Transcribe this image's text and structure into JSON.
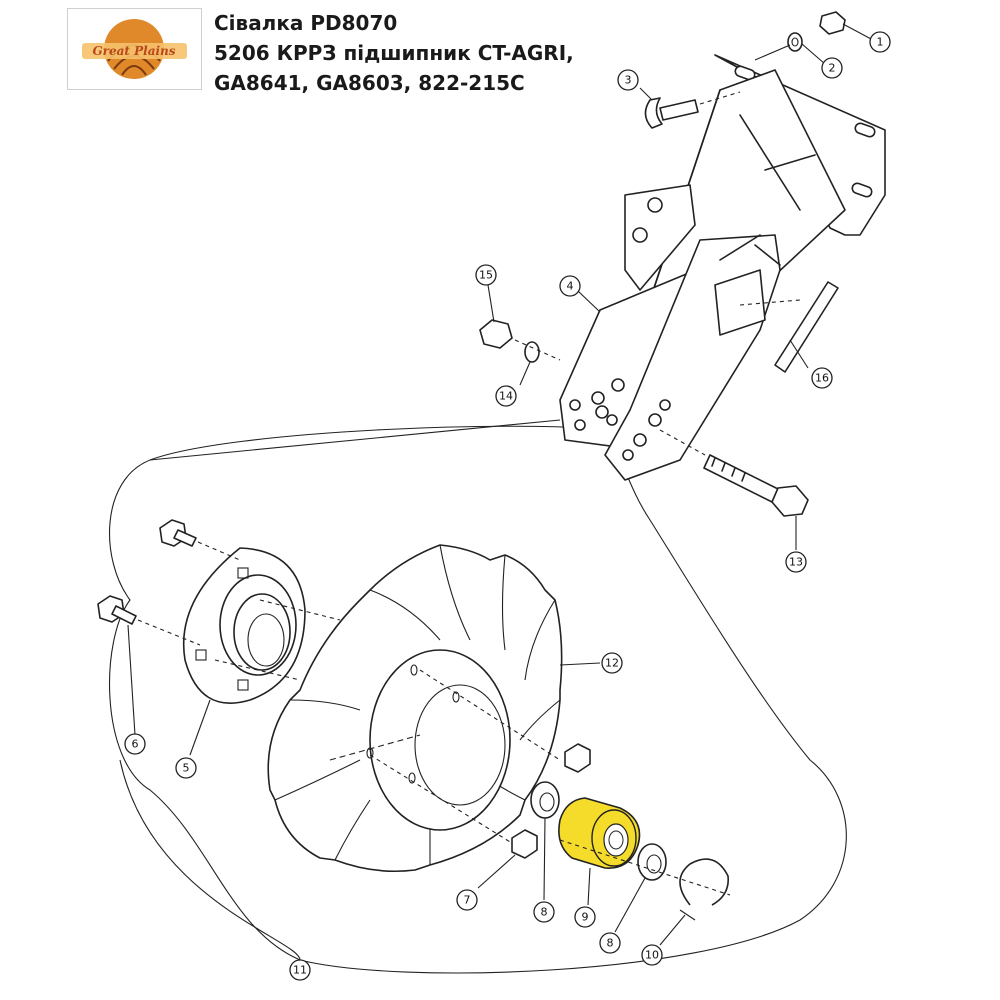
{
  "header": {
    "logo_text": "Great Plains",
    "title_lines": [
      "Сівалка PD8070",
      "5206 КРРЗ підшипник CT-AGRI,",
      "GA8641, GA8603, 822-215C"
    ]
  },
  "colors": {
    "highlight_bearing": "#f5dc2a",
    "logo_orange": "#e0892a",
    "line": "#222222"
  },
  "callouts": [
    "1",
    "2",
    "3",
    "4",
    "5",
    "6",
    "7",
    "8",
    "9",
    "8",
    "10",
    "11",
    "12",
    "13",
    "14",
    "15",
    "16"
  ]
}
